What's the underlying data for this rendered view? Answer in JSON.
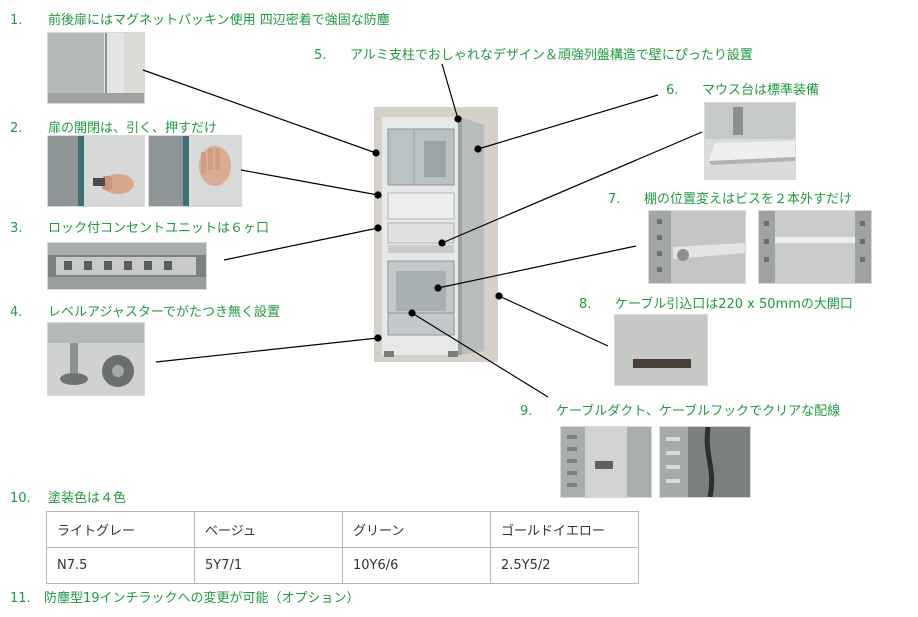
{
  "features": [
    {
      "num": "1.",
      "text": "前後扉にはマグネットパッキン使用 四辺密着で強固な防塵"
    },
    {
      "num": "2.",
      "text": "扉の開閉は、引く、押すだけ"
    },
    {
      "num": "3.",
      "text": "ロック付コンセントユニットは６ヶ口"
    },
    {
      "num": "4.",
      "text": "レベルアジャスターでがたつき無く設置"
    },
    {
      "num": "5.",
      "text": "アルミ支柱でおしゃれなデザイン＆頑強列盤構造で壁にぴったり設置"
    },
    {
      "num": "6.",
      "text": "マウス台は標準装備"
    },
    {
      "num": "7.",
      "text": "棚の位置変えはビスを２本外すだけ"
    },
    {
      "num": "8.",
      "text": "ケーブル引込口は220 x 50mmの大開口"
    },
    {
      "num": "9.",
      "text": "ケーブルダクト、ケーブルフックでクリアな配線"
    },
    {
      "num": "10.",
      "text": "塗装色は４色"
    },
    {
      "num": "11.",
      "text": "防塵型19インチラックへの変更が可能（オプション）"
    }
  ],
  "color_table": {
    "names": [
      "ライトグレー",
      "ベージュ",
      "グリーン",
      "ゴールドイエロー"
    ],
    "codes": [
      "N7.5",
      "5Y7/1",
      "10Y6/6",
      "2.5Y5/2"
    ]
  },
  "colors": {
    "label_green": "#1e9a40",
    "callout_line": "#000000"
  }
}
